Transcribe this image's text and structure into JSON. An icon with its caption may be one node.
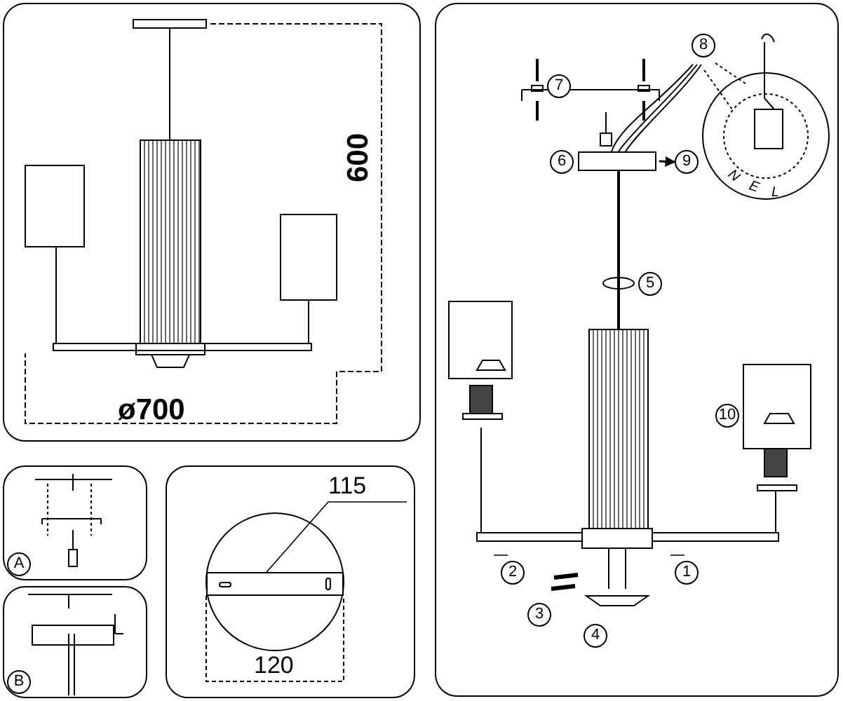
{
  "diagram": {
    "nodes": [
      {
        "text": [
          "8"
        ]
      },
      {
        "text": [
          "7"
        ]
      },
      {
        "text": [
          "6"
        ]
      },
      {
        "text": [],
        "shape": "box"
      },
      {
        "text": [
          "9"
        ]
      },
      {
        "text": [
          "5"
        ]
      },
      {
        "text": [
          "10"
        ]
      },
      {
        "text": [
          "2"
        ]
      },
      {
        "text": [
          "1"
        ]
      },
      {
        "text": [
          "3"
        ]
      },
      {
        "text": [
          "4"
        ]
      },
      {
        "text": [
          "A"
        ]
      },
      {
        "text": [
          "115"
        ]
      },
      {
        "text": [],
        "shape": "bar"
      },
      {
        "text": [
          "B"
        ]
      }
    ],
    "edges": [
      {
        "from": 3,
        "to": 4,
        "arrow": "to"
      },
      {
        "from": 12,
        "to": 13,
        "arrow": "none"
      }
    ],
    "labels": [
      "600",
      "ø700",
      "N",
      "E",
      "L",
      "120"
    ]
  }
}
